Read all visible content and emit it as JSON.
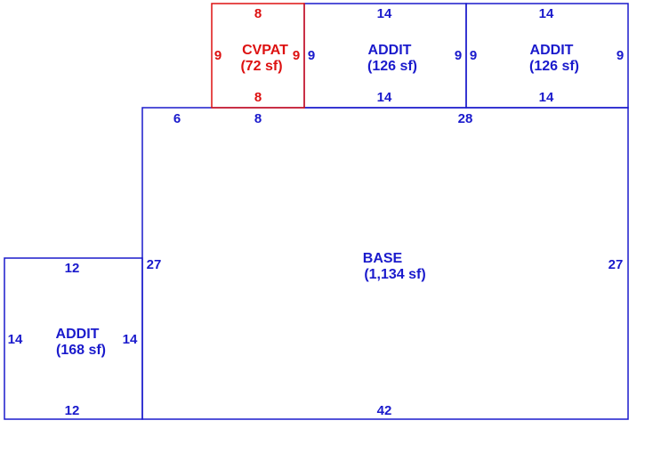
{
  "colors": {
    "main": "#1a1acc",
    "patio": "#dd1111",
    "background": "#ffffff"
  },
  "areas": [
    {
      "id": "cvpat",
      "name": "CVPAT",
      "area": "(72 sf)",
      "color": "patio",
      "dims": {
        "top": "8",
        "bottom": "8",
        "left": "9",
        "right": "9"
      }
    },
    {
      "id": "addit-top-middle",
      "name": "ADDIT",
      "area": "(126 sf)",
      "color": "main",
      "dims": {
        "top": "14",
        "bottom": "14",
        "left": "9",
        "right": "9"
      }
    },
    {
      "id": "addit-top-right",
      "name": "ADDIT",
      "area": "(126 sf)",
      "color": "main",
      "dims": {
        "top": "14",
        "bottom": "14",
        "left": "9",
        "right": "9"
      }
    },
    {
      "id": "base",
      "name": "BASE",
      "area": "(1,134 sf)",
      "color": "main",
      "dims": {
        "top_left": "6",
        "top_mid": "8",
        "top_right": "28",
        "left": "27",
        "right": "27",
        "bottom": "42"
      }
    },
    {
      "id": "addit-left",
      "name": "ADDIT",
      "area": "(168 sf)",
      "color": "main",
      "dims": {
        "top": "12",
        "bottom": "12",
        "left": "14",
        "right": "14"
      }
    }
  ]
}
